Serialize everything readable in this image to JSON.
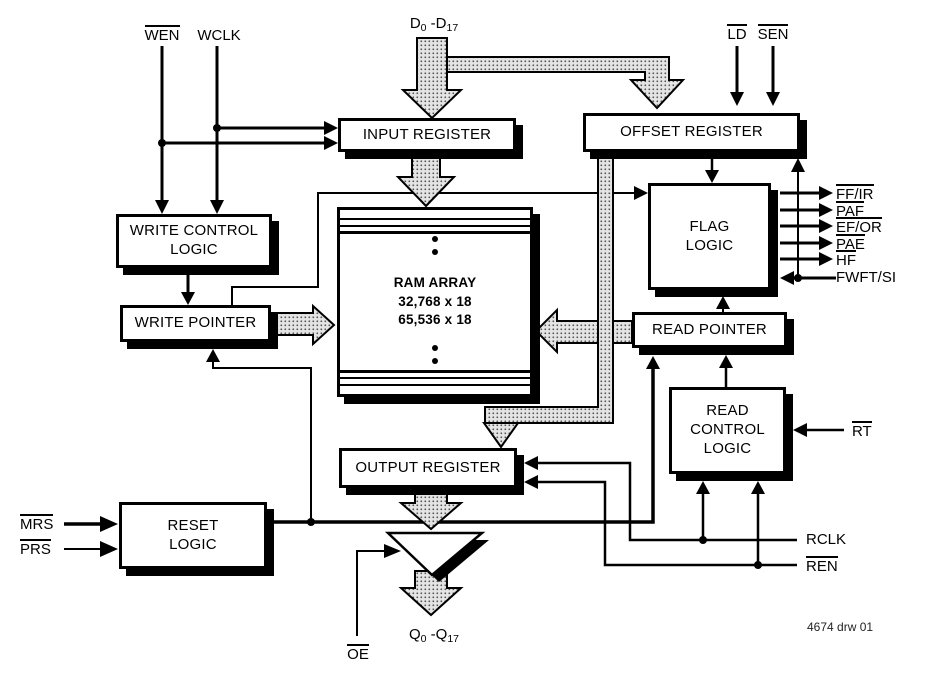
{
  "blocks": {
    "input_register": {
      "label": "INPUT REGISTER"
    },
    "offset_register": {
      "label": "OFFSET REGISTER"
    },
    "write_control_logic": {
      "label": [
        "WRITE CONTROL",
        "LOGIC"
      ]
    },
    "write_pointer": {
      "label": "WRITE POINTER"
    },
    "ram_array": {
      "label": [
        "RAM ARRAY",
        "32,768 x 18",
        "65,536 x 18"
      ]
    },
    "flag_logic": {
      "label": [
        "FLAG",
        "LOGIC"
      ]
    },
    "read_pointer": {
      "label": "READ POINTER"
    },
    "read_control_logic": {
      "label": [
        "READ",
        "CONTROL",
        "LOGIC"
      ]
    },
    "output_register": {
      "label": "OUTPUT REGISTER"
    },
    "reset_logic": {
      "label": [
        "RESET",
        "LOGIC"
      ]
    }
  },
  "signals": {
    "wen": {
      "label": "WEN",
      "overline": true
    },
    "wclk": {
      "label": "WCLK",
      "overline": false
    },
    "ld": {
      "label": "LD",
      "overline": true
    },
    "sen": {
      "label": "SEN",
      "overline": true
    },
    "rt": {
      "label": "RT",
      "overline": true
    },
    "rclk": {
      "label": "RCLK",
      "overline": false
    },
    "ren": {
      "label": "REN",
      "overline": true
    },
    "mrs": {
      "label": "MRS",
      "overline": true
    },
    "prs": {
      "label": "PRS",
      "overline": true
    },
    "oe": {
      "label": "OE",
      "overline": true
    },
    "data_in": {
      "p1": "D",
      "s1": "0",
      "p2": " -D",
      "s2": "17"
    },
    "data_out": {
      "p1": "Q",
      "s1": "0",
      "p2": " -Q",
      "s2": "17"
    }
  },
  "flags": [
    {
      "label": "FF/IR",
      "overline": true
    },
    {
      "label": "PAF",
      "overline": true
    },
    {
      "label": "EF/OR",
      "overline": true
    },
    {
      "label": "PAE",
      "overline": true
    },
    {
      "label": "HF",
      "overline": true
    },
    {
      "label": "FWFT/SI",
      "overline": false
    }
  ],
  "note": "4674 drw 01",
  "colors": {
    "line": "#000000",
    "background": "#ffffff",
    "stipple_fill": "#e4e4e4",
    "stipple_dot": "#555555"
  }
}
